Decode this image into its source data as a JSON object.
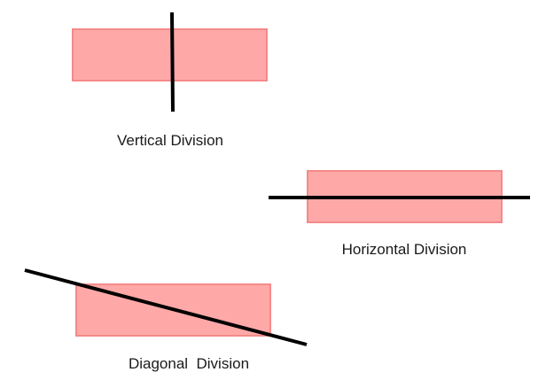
{
  "colors": {
    "rect_fill": "#ffa8a8",
    "rect_stroke": "#f48a8a",
    "line": "#000000",
    "text": "#1a1a1a"
  },
  "panels": {
    "vertical": {
      "label": "Vertical Division"
    },
    "horizontal": {
      "label": "Horizontal Division"
    },
    "diagonal": {
      "label": "Diagonal  Division"
    }
  }
}
